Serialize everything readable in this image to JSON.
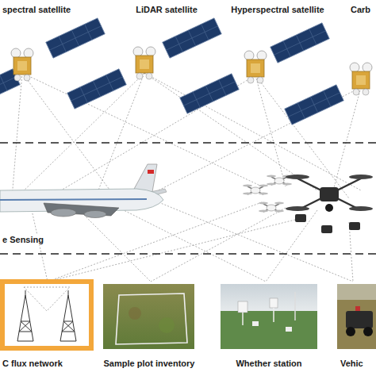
{
  "diagram": {
    "labels": [
      "spectral satellite",
      "LiDAR satellite",
      "Hyperspectral satellite",
      "Carb",
      "e Sensing",
      "C flux network",
      "Sample plot inventory",
      "Whether station",
      "Vehic"
    ]
  }
}
